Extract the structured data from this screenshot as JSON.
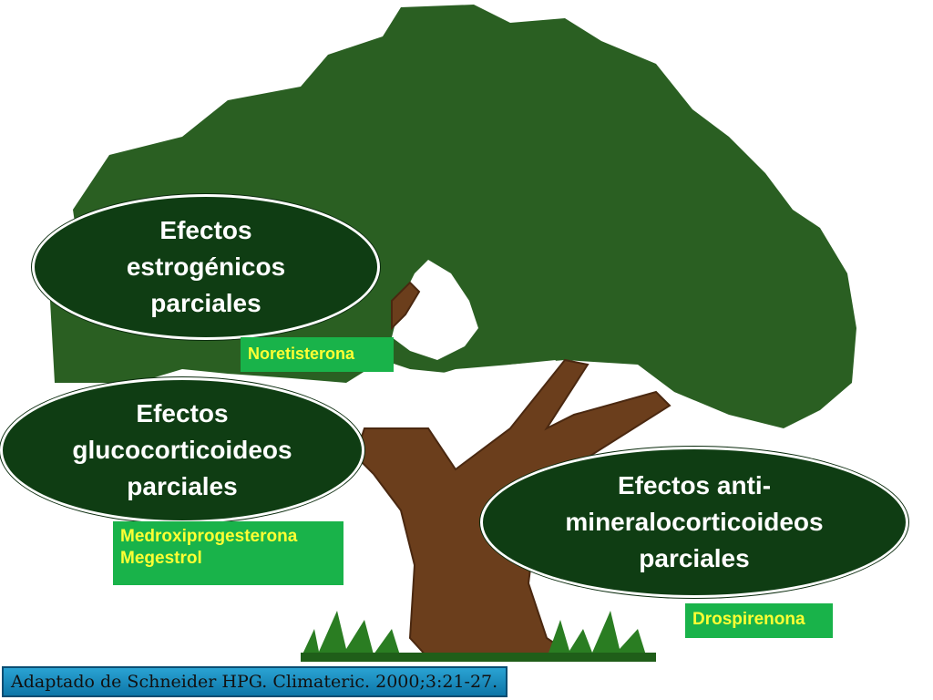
{
  "ellipses": {
    "estrogenic": {
      "lines": [
        "Efectos",
        "estrogénicos",
        "parciales"
      ]
    },
    "glucocorticoid": {
      "lines": [
        "Efectos",
        "glucocorticoideos",
        "parciales"
      ]
    },
    "antimineralocorticoid": {
      "lines": [
        "Efectos anti-",
        "mineralocorticoideos",
        "parciales"
      ]
    }
  },
  "tags": {
    "estrogenic": [
      "Noretisterona"
    ],
    "glucocorticoid": [
      "Medroxiprogesterona",
      "Megestrol"
    ],
    "antimineralocorticoid": [
      "Drospirenona"
    ]
  },
  "citation": "Adaptado de  Schneider HPG. Climateric. 2000;3:21-27.",
  "colors": {
    "foliage": "#2a5f22",
    "trunk": "#6b3e1c",
    "ellipse_fill": "#0f3d13",
    "tag_fill": "#19b34a",
    "tag_text": "#ffff33",
    "citation_fill": "#1f8fc4"
  }
}
